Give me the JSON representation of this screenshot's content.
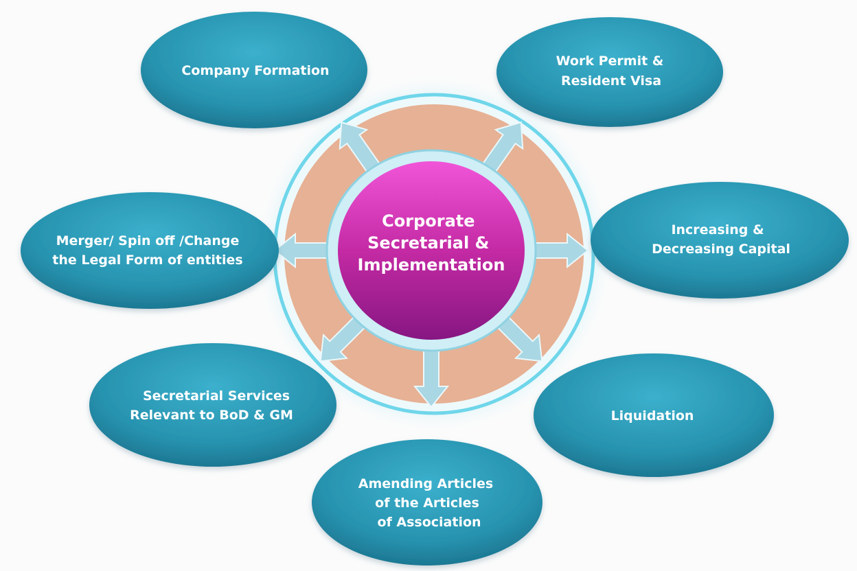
{
  "center": {
    "lines": [
      "Corporate",
      "Secretarial &",
      "Implementation"
    ]
  },
  "nodes": [
    {
      "id": "company-formation",
      "lines": [
        "Company Formation"
      ]
    },
    {
      "id": "work-permit",
      "lines": [
        "Work Permit &",
        "Resident Visa"
      ]
    },
    {
      "id": "capital",
      "lines": [
        "Increasing  &",
        "Decreasing Capital"
      ]
    },
    {
      "id": "merger",
      "lines": [
        "Merger/ Spin off /Change",
        "the Legal Form of entities"
      ]
    },
    {
      "id": "secretarial-services",
      "lines": [
        "Secretarial Services",
        "Relevant to BoD & GM"
      ]
    },
    {
      "id": "liquidation",
      "lines": [
        "Liquidation"
      ]
    },
    {
      "id": "amending-articles",
      "lines": [
        "Amending Articles",
        "of the Articles",
        "of Association"
      ]
    }
  ],
  "colors": {
    "node": "#2a97b3",
    "center": "#c4259f",
    "ring": "#e8b396",
    "arrow": "#a9d7e3",
    "outline": "#6fd6ea"
  }
}
